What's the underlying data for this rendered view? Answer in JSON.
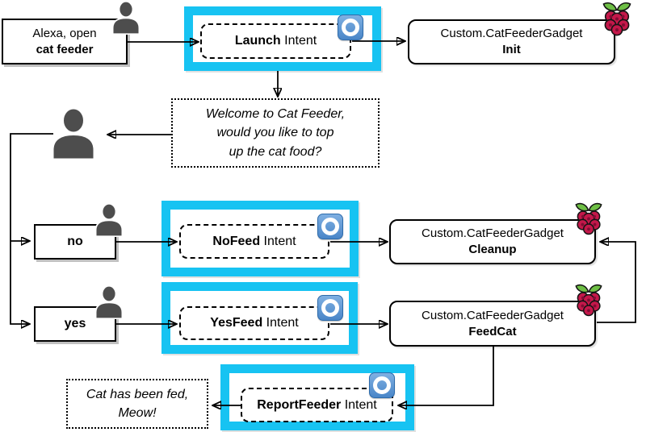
{
  "colors": {
    "cyan": "#17c3f2",
    "alexa_blue": "#4a86c8",
    "alexa_blue_light": "#7fb0e2",
    "person": "#4d4d4d",
    "raspberry": "#c4184a",
    "leaf": "#6ebf45",
    "line": "#000000"
  },
  "nodes": {
    "utterance_open": {
      "line1": "Alexa, open",
      "line2": "cat feeder"
    },
    "launch": {
      "name": "Launch",
      "suffix": " Intent"
    },
    "init": {
      "line1": "Custom.CatFeederGadget",
      "line2": "Init"
    },
    "welcome": {
      "line1": "Welcome to Cat Feeder,",
      "line2": "would you like to top",
      "line3": "up the cat food?"
    },
    "no": {
      "label": "no"
    },
    "yes": {
      "label": "yes"
    },
    "nofeed": {
      "name": "NoFeed",
      "suffix": " Intent"
    },
    "yesfeed": {
      "name": "YesFeed",
      "suffix": " Intent"
    },
    "cleanup": {
      "line1": "Custom.CatFeederGadget",
      "line2": "Cleanup"
    },
    "feedcat": {
      "line1": "Custom.CatFeederGadget",
      "line2": "FeedCat"
    },
    "report": {
      "name": "ReportFeeder",
      "suffix": " Intent"
    },
    "catfed": {
      "line1": "Cat has been fed,",
      "line2": "Meow!"
    }
  },
  "icons": {
    "person": "user-silhouette",
    "alexa": "alexa-logo",
    "raspberry_pi": "raspberry-pi-logo"
  },
  "edges": [
    {
      "from": "utterance-open",
      "to": "launch-intent"
    },
    {
      "from": "launch-intent",
      "to": "init"
    },
    {
      "from": "launch-intent",
      "to": "welcome-prompt"
    },
    {
      "from": "welcome-prompt",
      "to": "user"
    },
    {
      "from": "user",
      "to": "no"
    },
    {
      "from": "user",
      "to": "yes"
    },
    {
      "from": "no",
      "to": "nofeed-intent"
    },
    {
      "from": "nofeed-intent",
      "to": "cleanup"
    },
    {
      "from": "yes",
      "to": "yesfeed-intent"
    },
    {
      "from": "yesfeed-intent",
      "to": "feedcat"
    },
    {
      "from": "feedcat",
      "to": "cleanup"
    },
    {
      "from": "feedcat",
      "to": "reportfeeder-intent"
    },
    {
      "from": "reportfeeder-intent",
      "to": "cat-fed-message"
    }
  ]
}
